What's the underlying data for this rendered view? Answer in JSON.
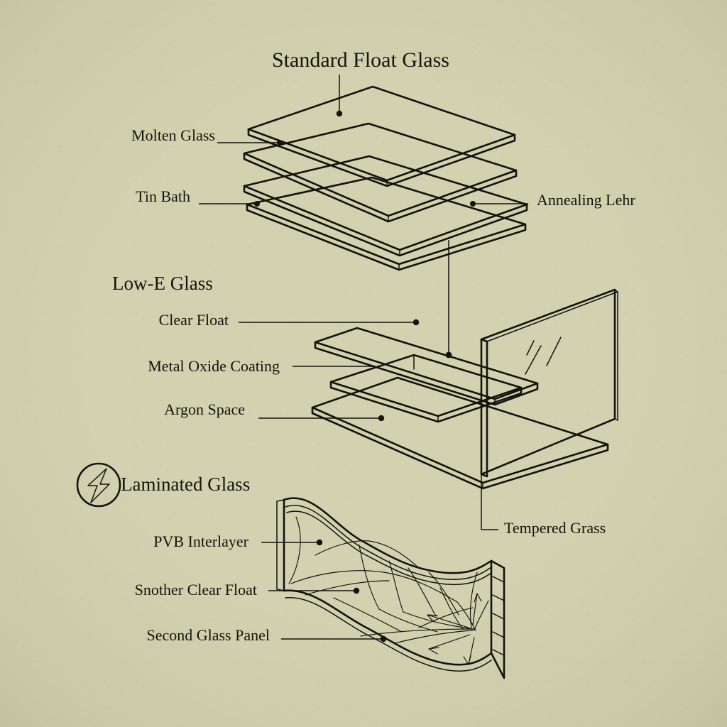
{
  "diagram": {
    "background_color": "#d2d2b0",
    "ink_color": "#14130d",
    "title_standard": "Standard Float Glass",
    "title_lowe": "Low-E Glass",
    "title_laminated": "Laminated Glass"
  },
  "sections": {
    "standard_float": {
      "heading": "Standard Float Glass",
      "labels": [
        {
          "text": "Molten Glass"
        },
        {
          "text": "Tin Bath"
        },
        {
          "text": "Annealing Lehr"
        }
      ]
    },
    "low_e": {
      "heading": "Low-E Glass",
      "labels": [
        {
          "text": "Clear Float"
        },
        {
          "text": "Metal Oxide Coating"
        },
        {
          "text": "Argon Space"
        },
        {
          "text": "Tempered Grass"
        }
      ]
    },
    "laminated": {
      "heading": "Laminated Glass",
      "icon": "lightning-bolt-icon",
      "labels": [
        {
          "text": "PVB Interlayer"
        },
        {
          "text": "Snother Clear Float"
        },
        {
          "text": "Second Glass Panel"
        }
      ]
    }
  }
}
